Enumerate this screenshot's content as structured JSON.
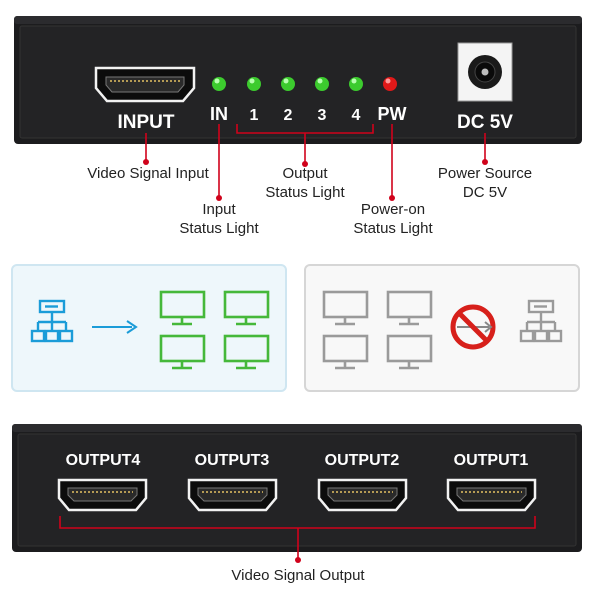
{
  "top_panel": {
    "input_label": "INPUT",
    "in_label": "IN",
    "channels": [
      "1",
      "2",
      "3",
      "4"
    ],
    "pw_label": "PW",
    "dc_label": "DC 5V"
  },
  "callouts": {
    "video_input": "Video Signal Input",
    "input_light": [
      "Input",
      "Status Light"
    ],
    "output_light": [
      "Output",
      "Status Light"
    ],
    "power_on_light": [
      "Power-on",
      "Status Light"
    ],
    "power_source": [
      "Power Source",
      "DC 5V"
    ]
  },
  "bottom_panel": {
    "outputs": [
      "OUTPUT4",
      "OUTPUT3",
      "OUTPUT2",
      "OUTPUT1"
    ]
  },
  "video_output_label": "Video Signal Output",
  "colors": {
    "panel": "#1c1c1e",
    "led_green": "#3ccb2e",
    "led_red": "#e01919",
    "callout_line": "#d0021b",
    "source_blue": "#1b9cd8",
    "monitor_green": "#45b83a",
    "monitor_gray": "#9a9a9a",
    "prohibit_red": "#d7201b"
  }
}
